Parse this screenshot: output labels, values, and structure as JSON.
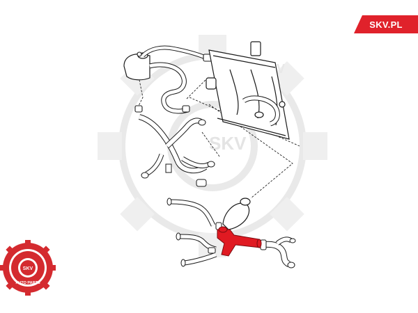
{
  "brand": {
    "badge_text": "SKV.PL",
    "badge_color": "#e0222b"
  },
  "seal": {
    "center_text": "SKV",
    "ring_text": "AUTO PARTS",
    "color": "#d42a2f"
  },
  "watermark": {
    "text": "SKV",
    "color": "#e6e6e6"
  },
  "diagram": {
    "line_color": "#1a1a1a",
    "highlight_color": "#e01a22",
    "highlighted_part": "coolant-pipe"
  }
}
